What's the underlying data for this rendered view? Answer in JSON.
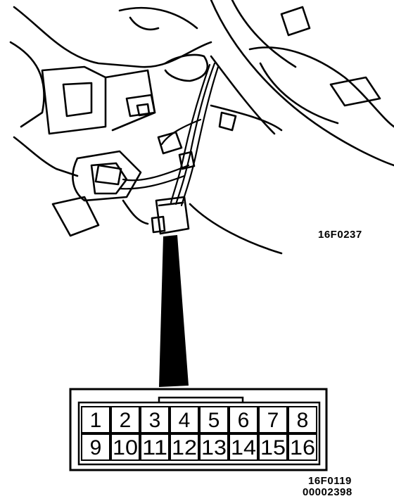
{
  "figure_codes": {
    "top": "16F0237",
    "bottom_line1": "16F0119",
    "bottom_line2": "00002398"
  },
  "connector": {
    "rows": [
      [
        "1",
        "2",
        "3",
        "4",
        "5",
        "6",
        "7",
        "8"
      ],
      [
        "9",
        "10",
        "11",
        "12",
        "13",
        "14",
        "15",
        "16"
      ]
    ]
  },
  "colors": {
    "ink": "#000000",
    "paper": "#ffffff"
  }
}
